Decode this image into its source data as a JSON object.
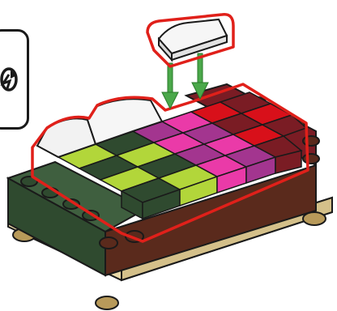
{
  "instruction": {
    "callout": {
      "icon": "rotate-model-icon"
    },
    "new_part": {
      "name": "white-slope-tile",
      "count": 1
    },
    "arrows": {
      "color": "#4aa84a",
      "count": 2
    },
    "highlight_color": "#e0201a"
  },
  "colors": {
    "dark_green": "#2f4a2f",
    "lime": "#b2d63a",
    "magenta": "#ea3aa8",
    "purple": "#a3358f",
    "red": "#d8101a",
    "dark_red": "#7a1c24",
    "brown": "#5a2a1c",
    "white": "#f2f2f2",
    "tan": "#e8d8a8",
    "outline": "#1a1a1a"
  }
}
